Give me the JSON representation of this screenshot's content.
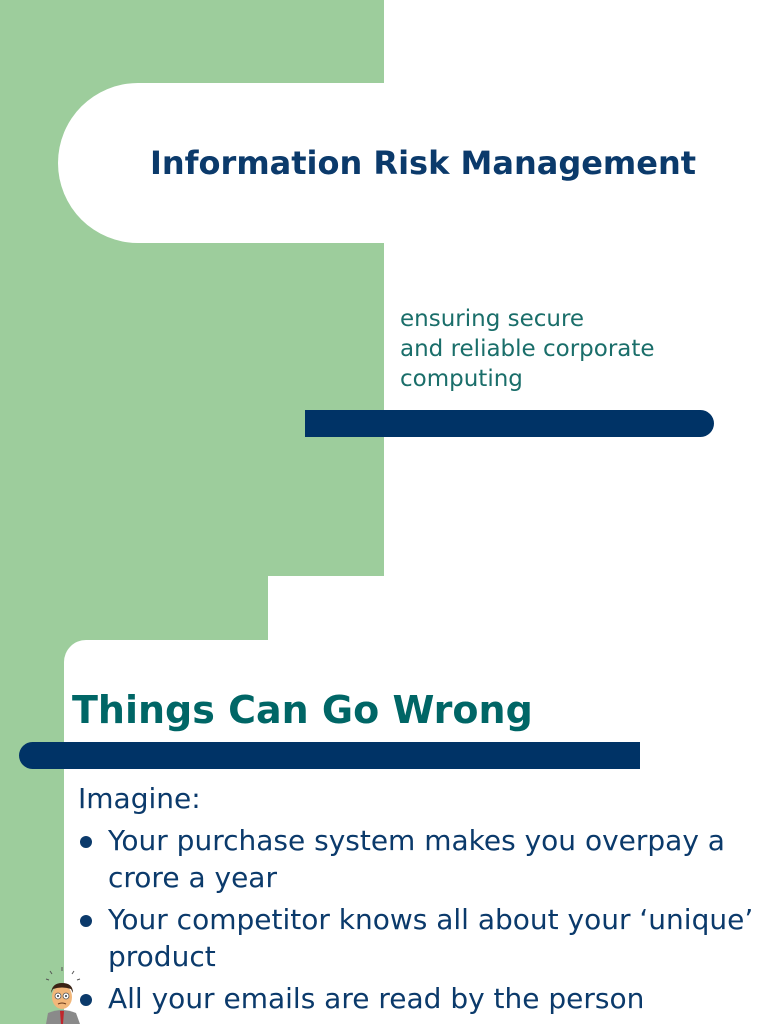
{
  "slide1": {
    "title": "Information Risk Management",
    "subtitle_lines": [
      "ensuring secure",
      "and reliable corporate",
      "computing"
    ]
  },
  "slide2": {
    "title": "Things Can Go Wrong",
    "intro": "Imagine:",
    "bullets": [
      "Your purchase system makes you overpay a crore a year",
      "Your competitor knows all about your ‘unique’ product",
      "All your emails are read by the person"
    ],
    "clipart": "worried-businessman-icon"
  },
  "colors": {
    "green_panel": "#9dcd9c",
    "navy": "#003366",
    "title_navy": "#0b3a6b",
    "teal_title": "#006666",
    "teal_subtitle": "#1a6e6a"
  }
}
